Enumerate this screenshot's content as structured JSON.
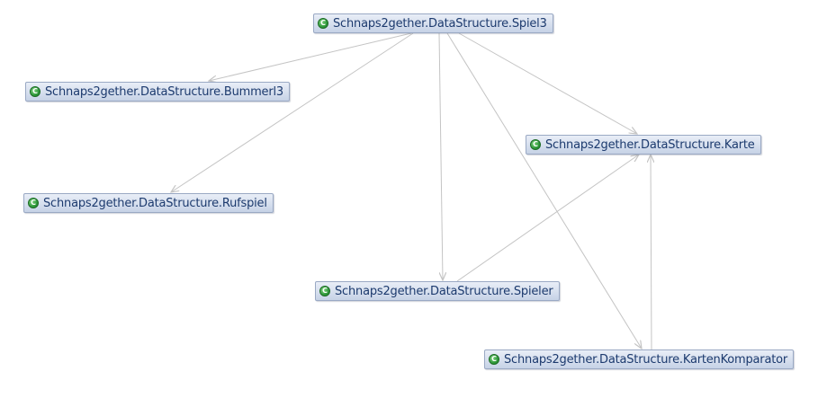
{
  "diagram": {
    "nodes": [
      {
        "id": "spiel3",
        "label": "Schnaps2gether.DataStructure.Spiel3",
        "icon": "class-c-icon",
        "icon_glyph": "C"
      },
      {
        "id": "bummerl3",
        "label": "Schnaps2gether.DataStructure.Bummerl3",
        "icon": "class-c-icon",
        "icon_glyph": "C"
      },
      {
        "id": "karte",
        "label": "Schnaps2gether.DataStructure.Karte",
        "icon": "class-c-icon",
        "icon_glyph": "C"
      },
      {
        "id": "rufspiel",
        "label": "Schnaps2gether.DataStructure.Rufspiel",
        "icon": "class-c-icon",
        "icon_glyph": "C"
      },
      {
        "id": "spieler",
        "label": "Schnaps2gether.DataStructure.Spieler",
        "icon": "class-c-icon",
        "icon_glyph": "C"
      },
      {
        "id": "kartenkomparator",
        "label": "Schnaps2gether.DataStructure.KartenKomparator",
        "icon": "class-c-icon",
        "icon_glyph": "C"
      }
    ],
    "edges": [
      {
        "from": "spiel3",
        "to": "bummerl3"
      },
      {
        "from": "spiel3",
        "to": "rufspiel"
      },
      {
        "from": "spiel3",
        "to": "spieler"
      },
      {
        "from": "spiel3",
        "to": "karte"
      },
      {
        "from": "spiel3",
        "to": "kartenkomparator"
      },
      {
        "from": "spieler",
        "to": "karte"
      },
      {
        "from": "kartenkomparator",
        "to": "karte"
      }
    ],
    "colors": {
      "edge": "#c4c4c4",
      "node_border": "#9aa9c4",
      "node_text": "#1c3a6e",
      "icon_green": "#2f9a3a"
    }
  }
}
